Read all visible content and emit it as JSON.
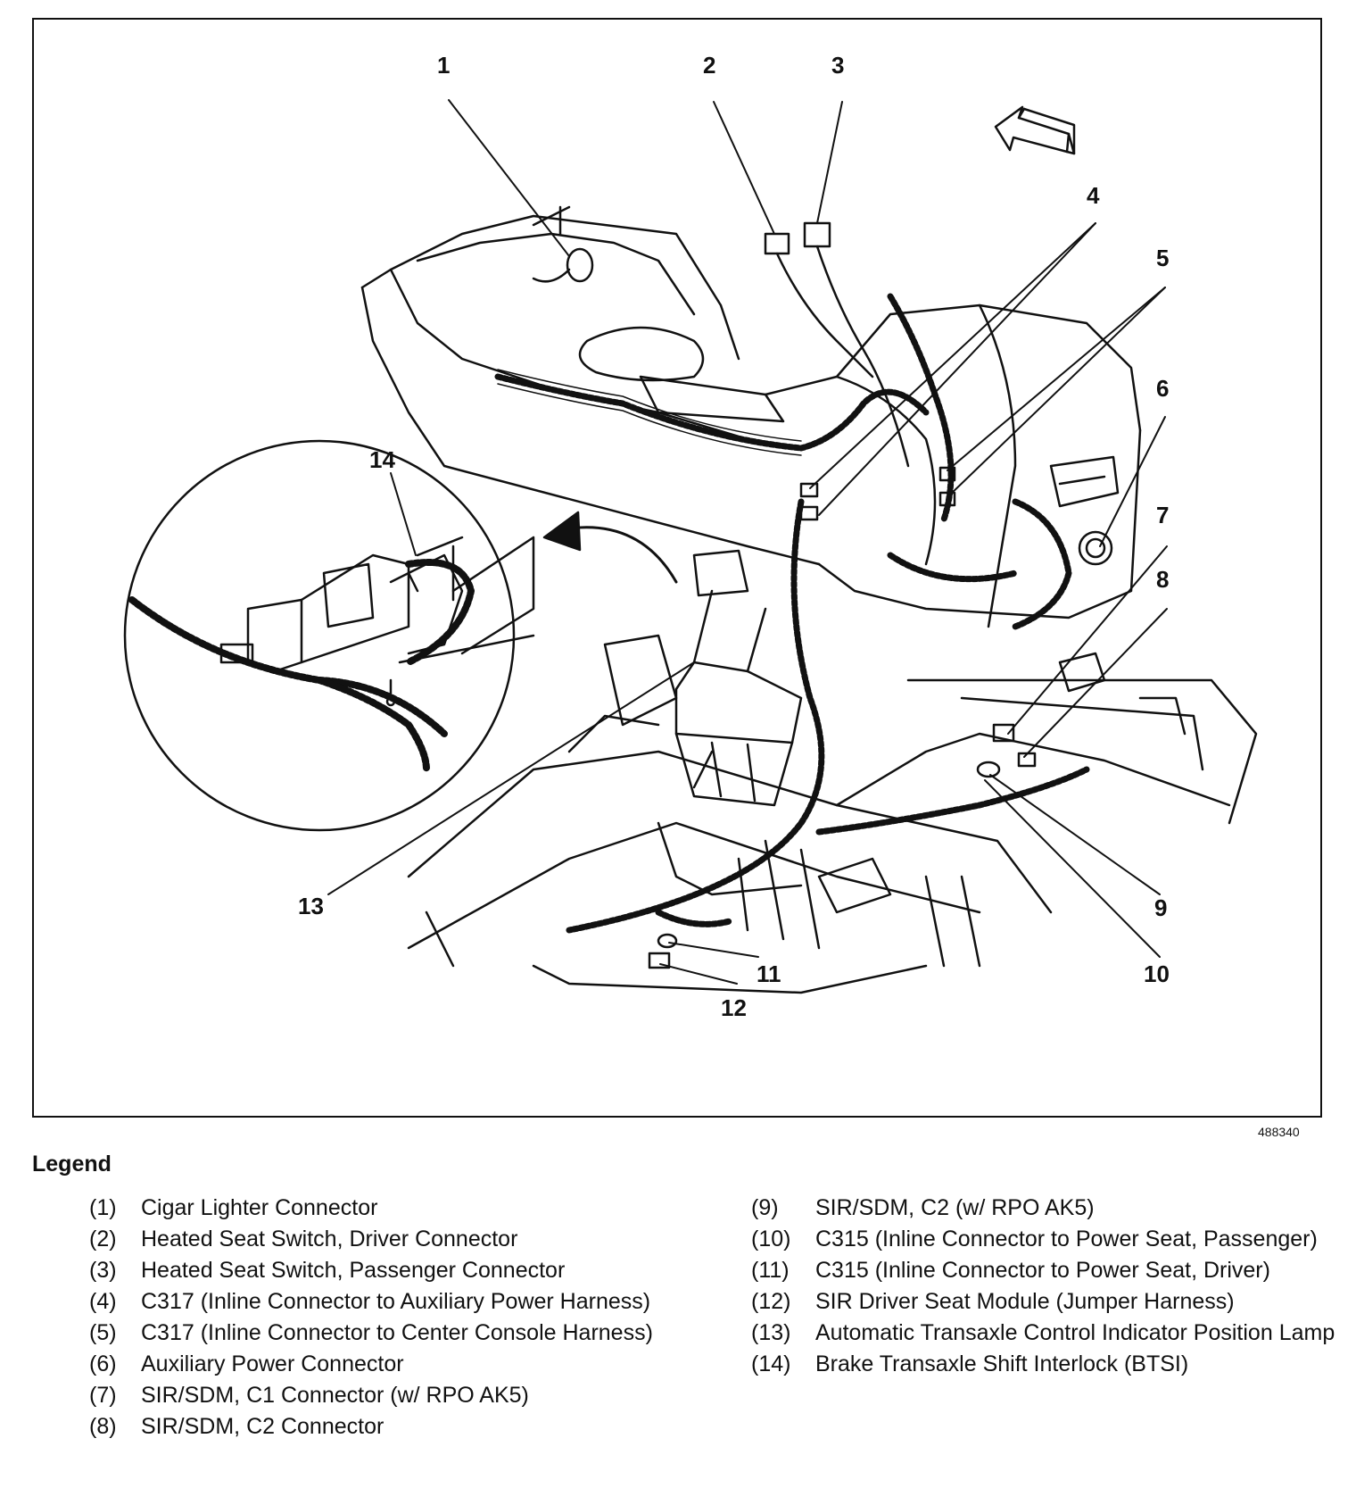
{
  "figure_id": "488340",
  "callouts": [
    "1",
    "2",
    "3",
    "4",
    "5",
    "6",
    "7",
    "8",
    "9",
    "10",
    "11",
    "12",
    "13",
    "14"
  ],
  "legend": {
    "title": "Legend",
    "left": [
      {
        "num": "(1)",
        "desc": "Cigar Lighter Connector"
      },
      {
        "num": "(2)",
        "desc": "Heated Seat Switch, Driver Connector"
      },
      {
        "num": "(3)",
        "desc": "Heated Seat Switch, Passenger Connector"
      },
      {
        "num": "(4)",
        "desc": "C317 (Inline Connector to Auxiliary Power Harness)"
      },
      {
        "num": "(5)",
        "desc": "C317 (Inline Connector to Center Console Harness)"
      },
      {
        "num": "(6)",
        "desc": "Auxiliary Power Connector"
      },
      {
        "num": "(7)",
        "desc": "SIR/SDM, C1 Connector (w/ RPO AK5)"
      },
      {
        "num": "(8)",
        "desc": "SIR/SDM, C2 Connector"
      }
    ],
    "right": [
      {
        "num": "(9)",
        "desc": "SIR/SDM, C2 (w/ RPO AK5)"
      },
      {
        "num": "(10)",
        "desc": "C315 (Inline Connector to Power Seat, Passenger)"
      },
      {
        "num": "(11)",
        "desc": "C315 (Inline Connector to Power Seat, Driver)"
      },
      {
        "num": "(12)",
        "desc": "SIR Driver Seat Module (Jumper Harness)"
      },
      {
        "num": "(13)",
        "desc": "Automatic Transaxle Control Indicator Position Lamp"
      },
      {
        "num": "(14)",
        "desc": "Brake Transaxle Shift Interlock (BTSI)"
      }
    ]
  }
}
